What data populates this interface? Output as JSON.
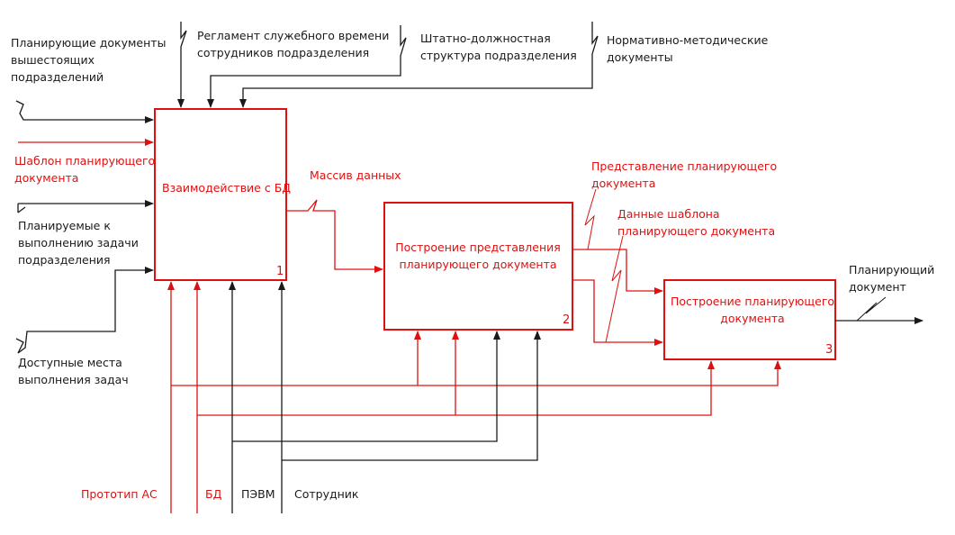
{
  "colors": {
    "mechanism_control": "#1a1a1a",
    "flow": "#e01010"
  },
  "blocks": [
    {
      "label": "Взаимодействие с БД",
      "number": "1"
    },
    {
      "label_line1": "Построение представления",
      "label_line2": "планирующего документа",
      "number": "2"
    },
    {
      "label_line1": "Построение планирующего",
      "label_line2": "документа",
      "number": "3"
    }
  ],
  "controls": [
    {
      "line1": "Регламент служебного времени",
      "line2": "сотрудников подразделения"
    },
    {
      "line1": "Штатно-должностная",
      "line2": "структура подразделения"
    },
    {
      "line1": "Нормативно-методические",
      "line2": "документы"
    }
  ],
  "inputs": [
    {
      "line1": "Планирующие документы",
      "line2": "вышестоящих",
      "line3": "подразделений"
    },
    {
      "line1": "Шаблон планирующего",
      "line2": "документа"
    },
    {
      "line1": "Планируемые к",
      "line2": "выполнению задачи",
      "line3": "подразделения"
    },
    {
      "line1": "Доступные места",
      "line2": "выполнения задач"
    }
  ],
  "arrows": {
    "data_array": "Массив данных",
    "representation": {
      "line1": "Представление планирующего",
      "line2": "документа"
    },
    "template_data": {
      "line1": "Данные шаблона",
      "line2": "планирующего документа"
    }
  },
  "output": {
    "line1": "Планирующий",
    "line2": "документ"
  },
  "mechanisms": [
    "Прототип АС",
    "БД",
    "ПЭВМ",
    "Сотрудник"
  ]
}
